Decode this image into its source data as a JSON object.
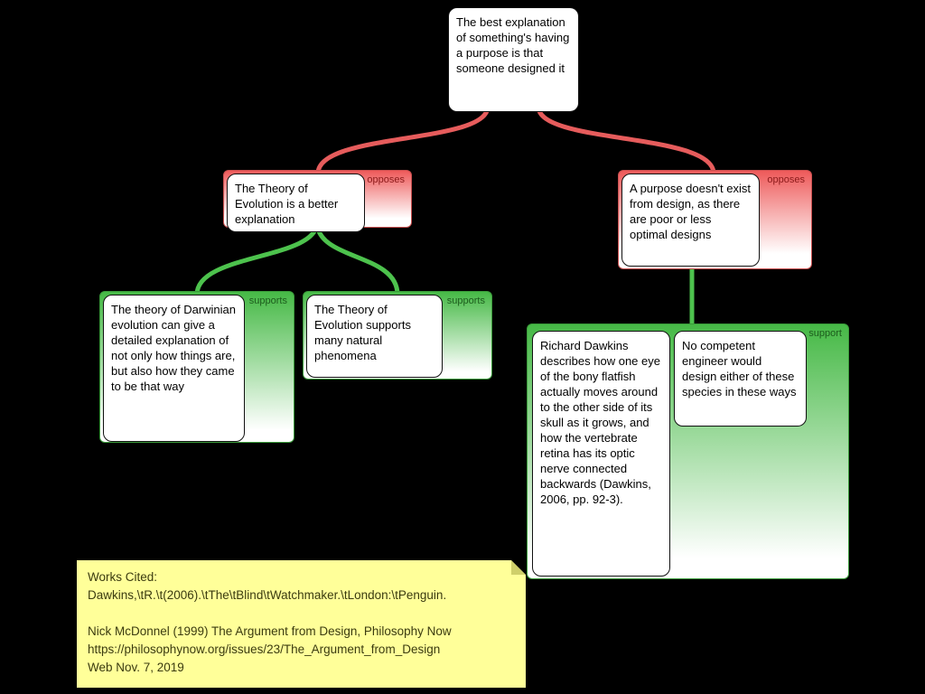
{
  "diagram": {
    "root": {
      "text": "The best explanation of something's having a purpose is that someone designed it"
    },
    "oppose_left": {
      "label": "opposes",
      "text": "The Theory of Evolution is a better explanation"
    },
    "oppose_right": {
      "label": "opposes",
      "text": "A purpose doesn't exist from design, as there are poor or less optimal designs"
    },
    "support_left_a": {
      "label": "supports",
      "text": "The theory of Darwinian evolution can give a detailed explanation of not only how things are, but also how they came to be that way"
    },
    "support_left_b": {
      "label": "supports",
      "text": "The Theory of Evolution supports many natural phenomena"
    },
    "support_right": {
      "label": "support",
      "reason_a": "Richard Dawkins describes how one eye of the bony flatfish actually moves around to the other side of its skull as it grows, and how the vertebrate retina has its optic nerve connected backwards (Dawkins, 2006, pp. 92-3).",
      "reason_b": "No competent engineer would design either of these species in these ways"
    }
  },
  "note": {
    "lines": [
      "Works Cited:",
      "Dawkins,\\tR.\\t(2006).\\tThe\\tBlind\\tWatchmaker.\\tLondon:\\tPenguin.",
      "",
      "Nick McDonnel (1999) The Argument from Design, Philosophy Now",
      "https://philosophynow.org/issues/23/The_Argument_from_Design",
      "Web Nov. 7, 2019"
    ]
  },
  "colors": {
    "background": "#000000",
    "oppose_gradient_top": "#ee5a5a",
    "oppose_label_text": "#8b1a1a",
    "support_gradient_top": "#46b946",
    "support_label_text": "#1d5c1d",
    "connector_oppose": "#e65c5c",
    "connector_support": "#4dc24d",
    "note_background": "#ffff99"
  }
}
